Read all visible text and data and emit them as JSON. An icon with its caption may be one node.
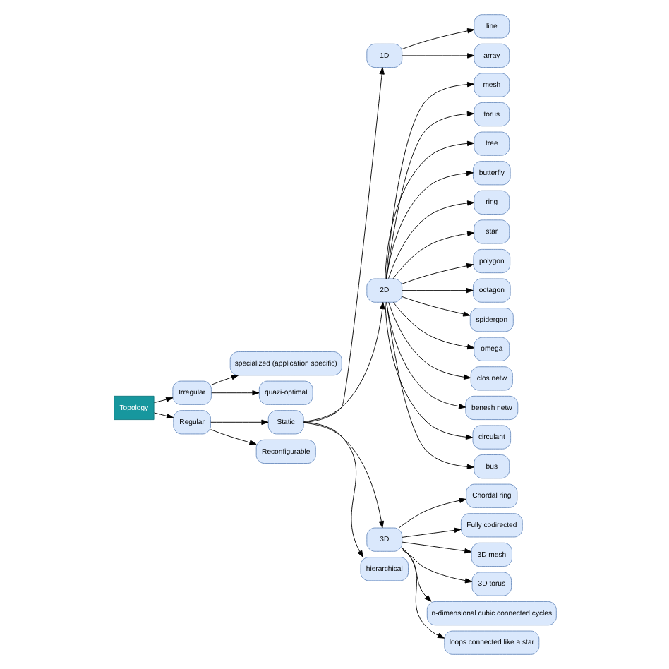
{
  "diagram": {
    "nodes": [
      {
        "text": [
          "Topology"
        ]
      },
      {
        "text": [
          "Irregular"
        ]
      },
      {
        "text": [
          "Regular"
        ]
      },
      {
        "text": [
          "specialized (application specific)"
        ]
      },
      {
        "text": [
          "quazi-optimal"
        ]
      },
      {
        "text": [
          "Static"
        ]
      },
      {
        "text": [
          "Reconfigurable"
        ]
      },
      {
        "text": [
          "1D"
        ]
      },
      {
        "text": [
          "2D"
        ]
      },
      {
        "text": [
          "3D"
        ]
      },
      {
        "text": [
          "hierarchical"
        ]
      },
      {
        "text": [
          "line"
        ]
      },
      {
        "text": [
          "array"
        ]
      },
      {
        "text": [
          "mesh"
        ]
      },
      {
        "text": [
          "torus"
        ]
      },
      {
        "text": [
          "tree"
        ]
      },
      {
        "text": [
          "butterfly"
        ]
      },
      {
        "text": [
          "ring"
        ]
      },
      {
        "text": [
          "star"
        ]
      },
      {
        "text": [
          "polygon"
        ]
      },
      {
        "text": [
          "octagon"
        ]
      },
      {
        "text": [
          "spidergon"
        ]
      },
      {
        "text": [
          "omega"
        ]
      },
      {
        "text": [
          "clos netw"
        ]
      },
      {
        "text": [
          "benesh netw"
        ]
      },
      {
        "text": [
          "circulant"
        ]
      },
      {
        "text": [
          "bus"
        ]
      },
      {
        "text": [
          "Chordal ring"
        ]
      },
      {
        "text": [
          "Fully codirected"
        ]
      },
      {
        "text": [
          "3D mesh"
        ]
      },
      {
        "text": [
          "3D torus"
        ]
      },
      {
        "text": [
          "n-dimensional cubic connected cycles"
        ]
      },
      {
        "text": [
          "loops connected like a star"
        ]
      }
    ],
    "edges": [
      {
        "from": 0,
        "to": 1,
        "arrow": "to"
      },
      {
        "from": 0,
        "to": 2,
        "arrow": "to"
      },
      {
        "from": 1,
        "to": 3,
        "arrow": "to"
      },
      {
        "from": 1,
        "to": 4,
        "arrow": "to"
      },
      {
        "from": 2,
        "to": 5,
        "arrow": "to"
      },
      {
        "from": 2,
        "to": 6,
        "arrow": "to"
      },
      {
        "from": 5,
        "to": 7,
        "arrow": "to"
      },
      {
        "from": 5,
        "to": 8,
        "arrow": "to"
      },
      {
        "from": 5,
        "to": 9,
        "arrow": "to"
      },
      {
        "from": 5,
        "to": 10,
        "arrow": "to"
      },
      {
        "from": 7,
        "to": 11,
        "arrow": "to"
      },
      {
        "from": 7,
        "to": 12,
        "arrow": "to"
      },
      {
        "from": 8,
        "to": 13,
        "arrow": "to"
      },
      {
        "from": 8,
        "to": 14,
        "arrow": "to"
      },
      {
        "from": 8,
        "to": 15,
        "arrow": "to"
      },
      {
        "from": 8,
        "to": 16,
        "arrow": "to"
      },
      {
        "from": 8,
        "to": 17,
        "arrow": "to"
      },
      {
        "from": 8,
        "to": 18,
        "arrow": "to"
      },
      {
        "from": 8,
        "to": 19,
        "arrow": "to"
      },
      {
        "from": 8,
        "to": 20,
        "arrow": "to"
      },
      {
        "from": 8,
        "to": 21,
        "arrow": "to"
      },
      {
        "from": 8,
        "to": 22,
        "arrow": "to"
      },
      {
        "from": 8,
        "to": 23,
        "arrow": "to"
      },
      {
        "from": 8,
        "to": 24,
        "arrow": "to"
      },
      {
        "from": 8,
        "to": 25,
        "arrow": "to"
      },
      {
        "from": 8,
        "to": 26,
        "arrow": "to"
      },
      {
        "from": 9,
        "to": 27,
        "arrow": "to"
      },
      {
        "from": 9,
        "to": 28,
        "arrow": "to"
      },
      {
        "from": 9,
        "to": 29,
        "arrow": "to"
      },
      {
        "from": 9,
        "to": 30,
        "arrow": "to"
      },
      {
        "from": 9,
        "to": 31,
        "arrow": "to"
      },
      {
        "from": 9,
        "to": 32,
        "arrow": "to"
      }
    ]
  }
}
